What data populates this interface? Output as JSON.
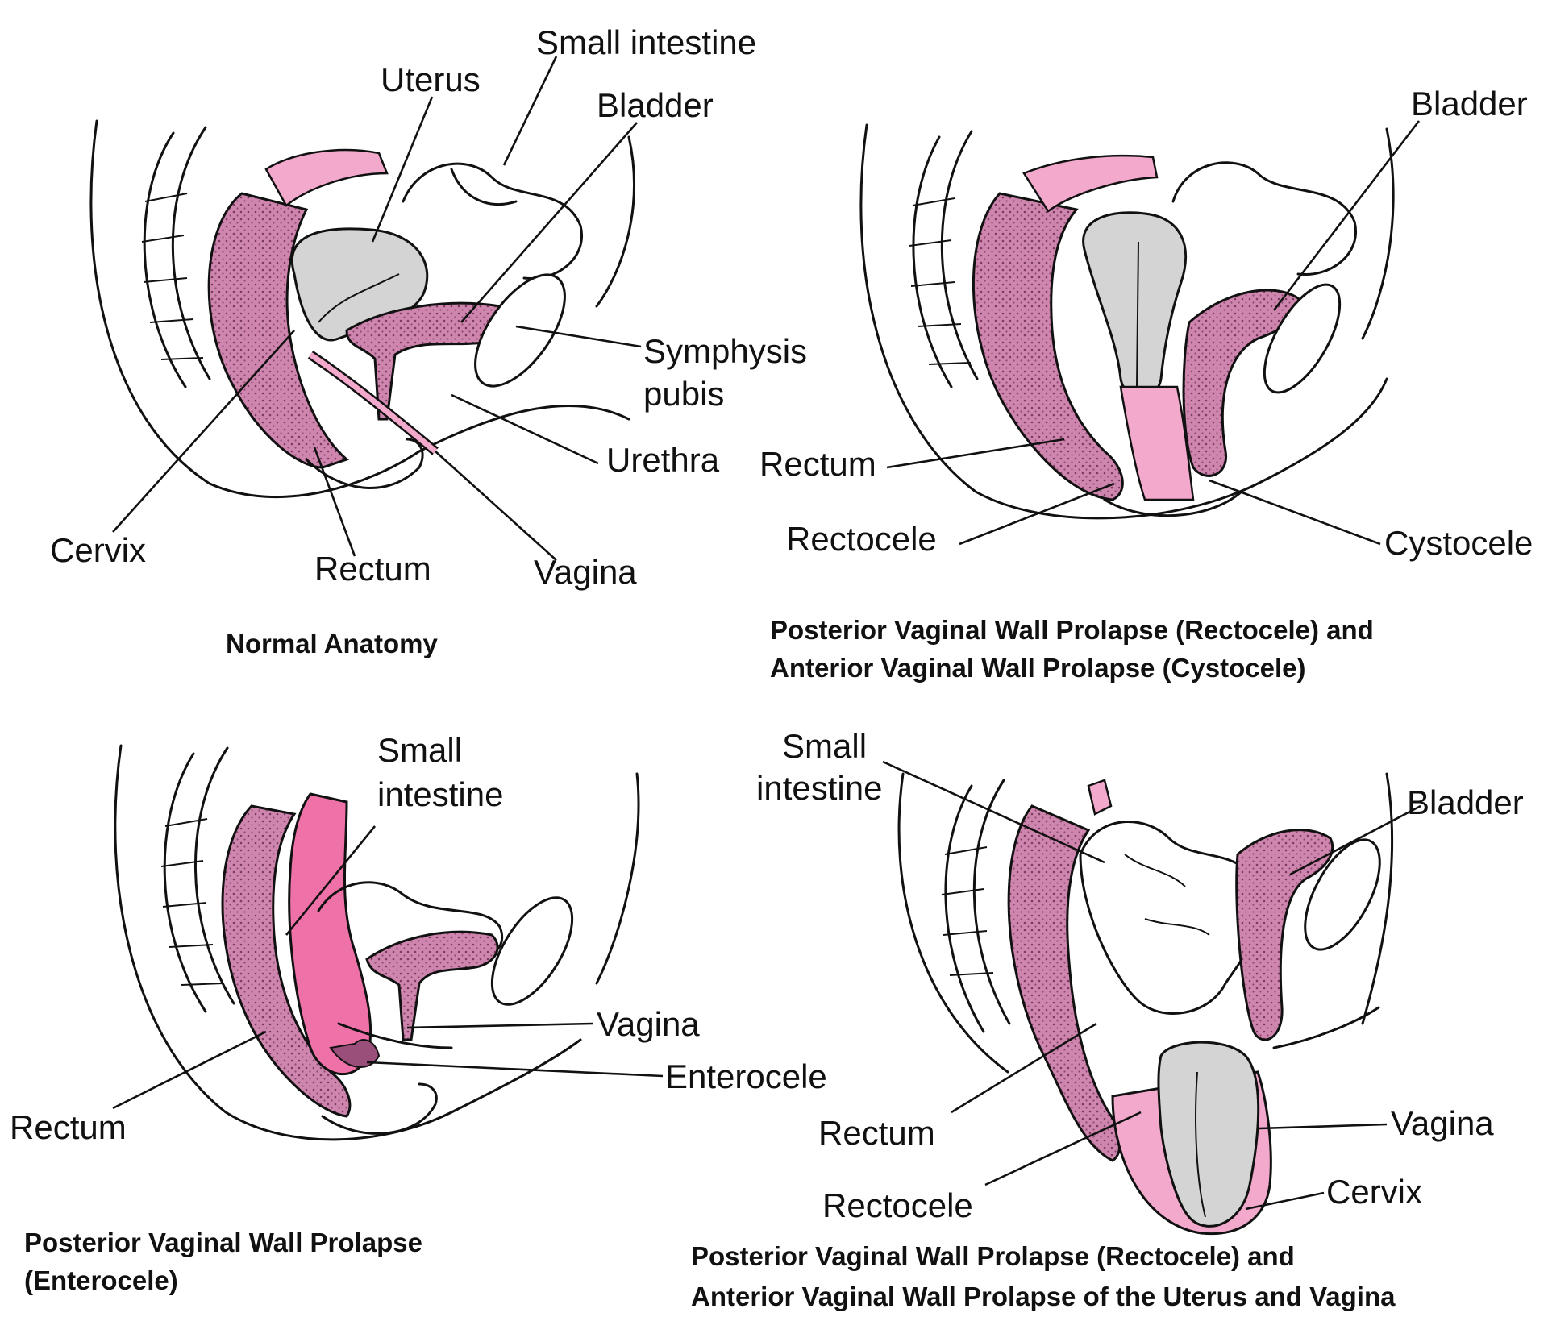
{
  "colors": {
    "tissue_pink": "#f2a9cc",
    "muscle_pink": "#cf86ae",
    "dark_pink": "#9a4f7a",
    "hot_pink": "#ee72a8",
    "organ_gray": "#d4d4d4",
    "outline": "#111111",
    "background": "#ffffff"
  },
  "panels": [
    {
      "caption_lines": [
        "Normal Anatomy"
      ],
      "labels": [
        "Small intestine",
        "Uterus",
        "Bladder",
        "Symphysis",
        "pubis",
        "Urethra",
        "Cervix",
        "Rectum",
        "Vagina"
      ]
    },
    {
      "caption_lines": [
        "Posterior Vaginal Wall Prolapse (Rectocele) and",
        "Anterior Vaginal Wall Prolapse (Cystocele)"
      ],
      "labels": [
        "Bladder",
        "Rectum",
        "Rectocele",
        "Cystocele"
      ]
    },
    {
      "caption_lines": [
        "Posterior Vaginal Wall Prolapse",
        "(Enterocele)"
      ],
      "labels": [
        "Small",
        "intestine",
        "Vagina",
        "Enterocele",
        "Rectum"
      ]
    },
    {
      "caption_lines": [
        "Posterior Vaginal Wall Prolapse (Rectocele) and",
        "Anterior Vaginal Wall Prolapse of the Uterus and Vagina"
      ],
      "labels": [
        "Small",
        "intestine",
        "Bladder",
        "Vagina",
        "Rectum",
        "Rectocele",
        "Cervix"
      ]
    }
  ]
}
